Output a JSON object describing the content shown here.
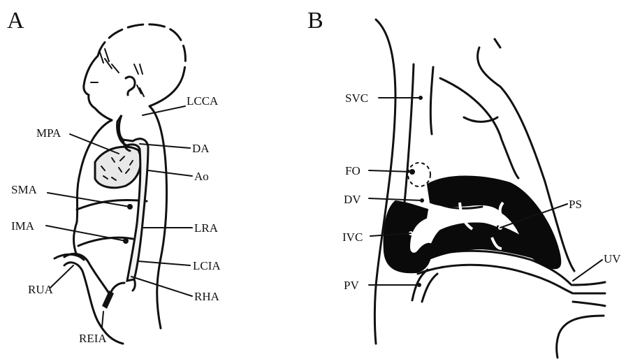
{
  "panels": {
    "a": {
      "letter": "A",
      "labels": {
        "lcca": "LCCA",
        "mpa": "MPA",
        "da": "DA",
        "ao": "Ao",
        "sma": "SMA",
        "ima": "IMA",
        "lra": "LRA",
        "lcia": "LCIA",
        "rua": "RUA",
        "rha": "RHA",
        "reia": "REIA"
      }
    },
    "b": {
      "letter": "B",
      "labels": {
        "svc": "SVC",
        "fo": "FO",
        "dv": "DV",
        "ivc": "IVC",
        "pv": "PV",
        "ps": "PS",
        "uv": "UV"
      }
    }
  }
}
